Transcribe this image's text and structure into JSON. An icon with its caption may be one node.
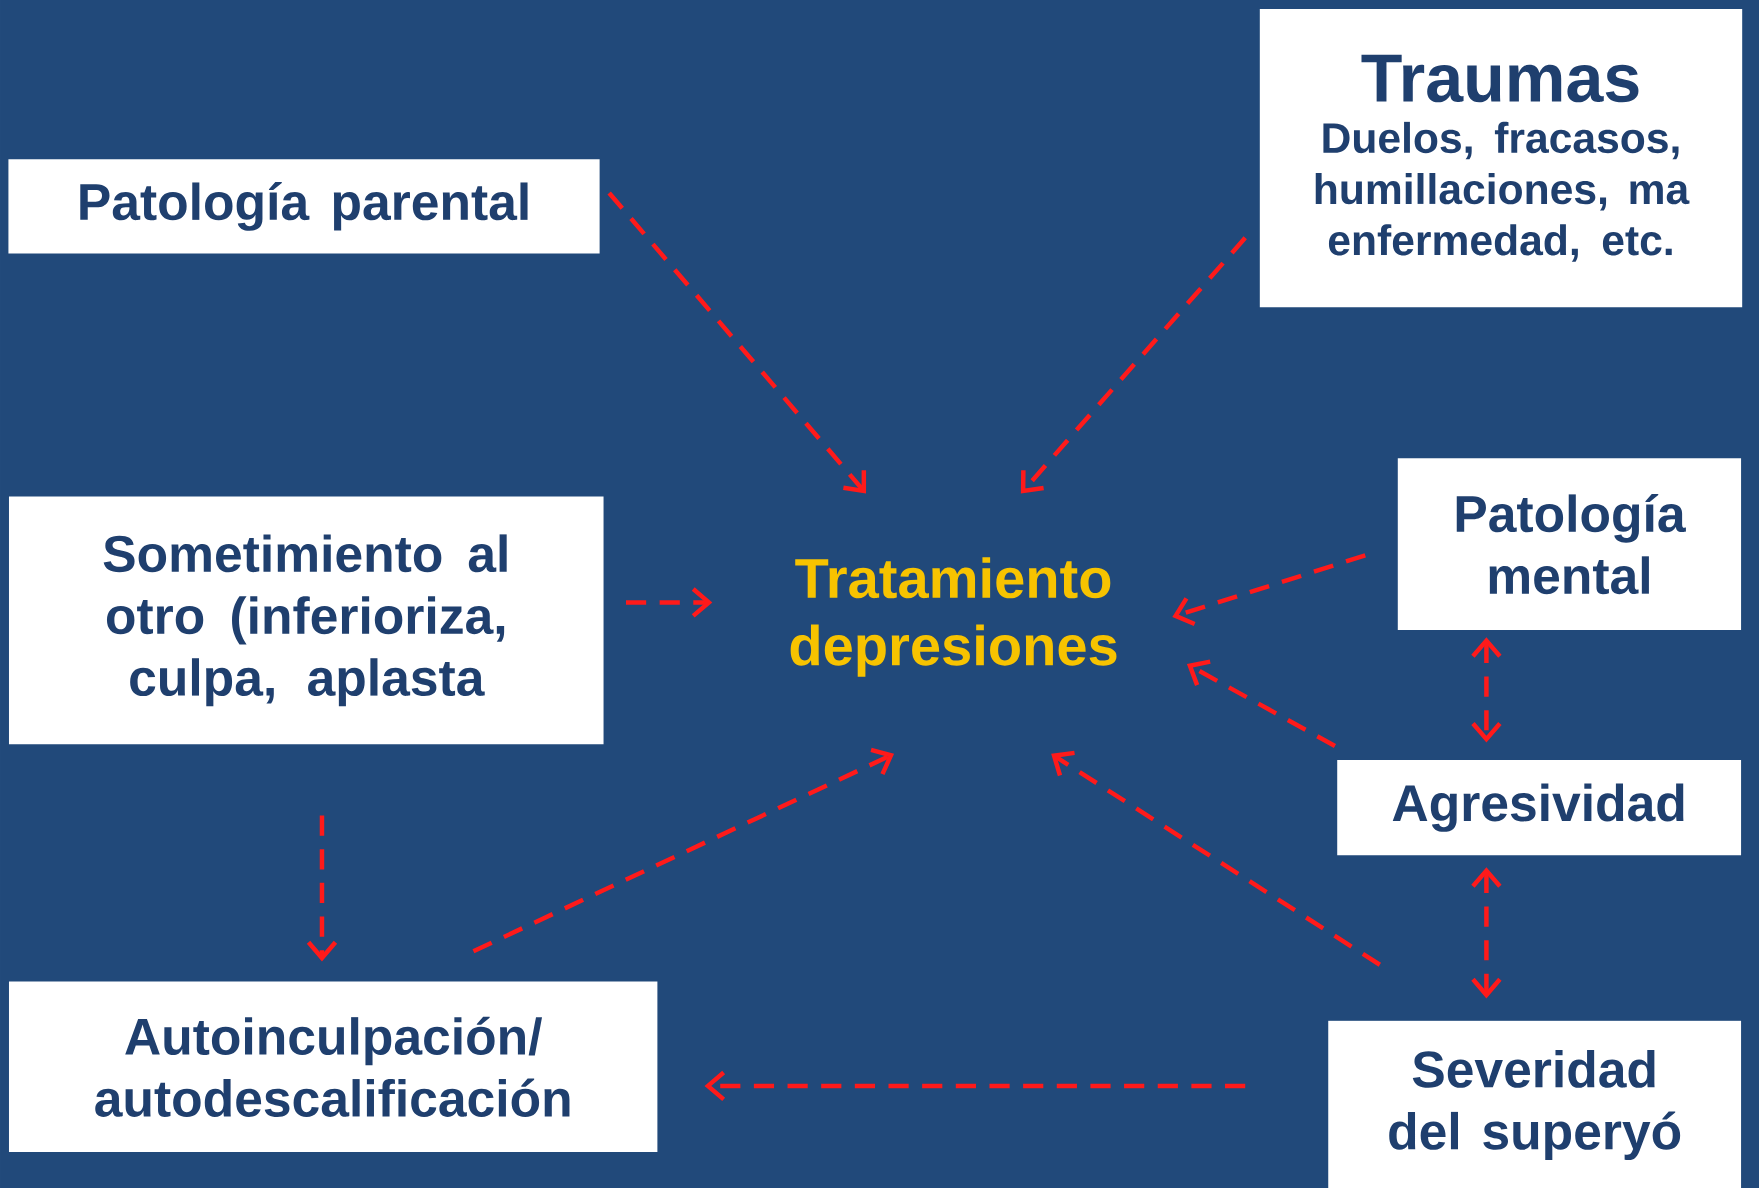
{
  "diagram": {
    "nodes": [
      {
        "text": [
          "Patología parental"
        ]
      },
      {
        "text": [
          "Traumas",
          "Duelos, fracasos, humillaciones, ma enfermedad, etc."
        ]
      },
      {
        "text": [
          "Sometimiento al otro (inferioriza, culpa, aplasta"
        ]
      },
      {
        "text": [
          "Tratamiento depresiones"
        ]
      },
      {
        "text": [
          "Patología mental"
        ]
      },
      {
        "text": [
          "Agresividad"
        ]
      },
      {
        "text": [
          "Autoinculpación/ autodescalificación"
        ]
      },
      {
        "text": [
          "Severidad del superyó"
        ]
      }
    ],
    "edges": [
      {
        "from": 0,
        "to": 3,
        "arrow": "to"
      },
      {
        "from": 1,
        "to": 3,
        "arrow": "to"
      },
      {
        "from": 2,
        "to": 3,
        "arrow": "to"
      },
      {
        "from": 4,
        "to": 3,
        "arrow": "to"
      },
      {
        "from": 5,
        "to": 3,
        "arrow": "to"
      },
      {
        "from": 7,
        "to": 3,
        "arrow": "to"
      },
      {
        "from": 6,
        "to": 3,
        "arrow": "to"
      },
      {
        "from": 2,
        "to": 6,
        "arrow": "to"
      },
      {
        "from": 7,
        "to": 6,
        "arrow": "to"
      },
      {
        "from": 4,
        "to": 5,
        "arrow": "both"
      },
      {
        "from": 5,
        "to": 7,
        "arrow": "both"
      }
    ]
  }
}
